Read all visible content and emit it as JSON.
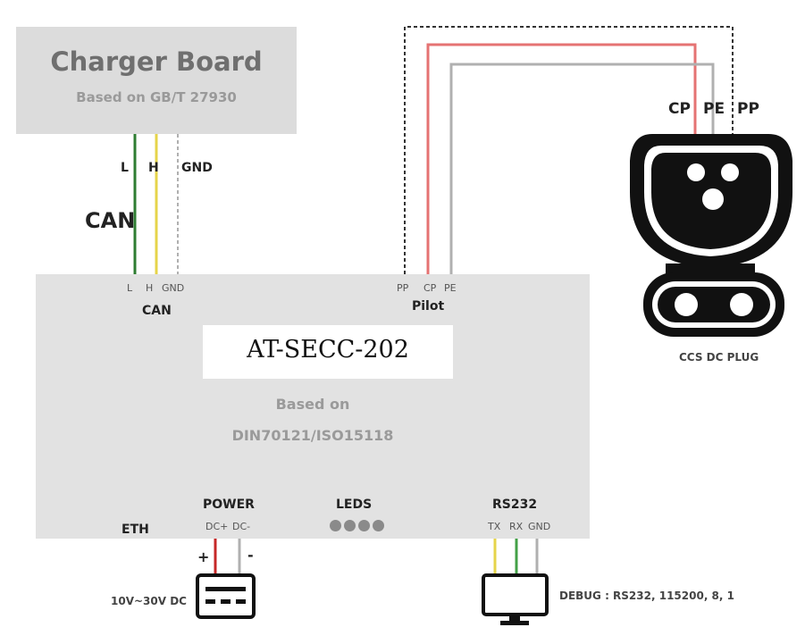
{
  "charger_board": {
    "title": "Charger Board",
    "subtitle": "Based on GB/T 27930"
  },
  "can_bus": {
    "label": "CAN",
    "wire_labels": [
      "L",
      "H",
      "GND"
    ],
    "pin_labels": [
      "L",
      "H",
      "GND"
    ],
    "port_label": "CAN"
  },
  "module": {
    "name": "AT-SECC-202",
    "based_on": "Based on",
    "standard": "DIN70121/ISO15118"
  },
  "pilot": {
    "port_label": "Pilot",
    "pin_labels": [
      "PP",
      "CP",
      "PE"
    ]
  },
  "plug": {
    "pin_labels": [
      "CP",
      "PE",
      "PP"
    ],
    "label": "CCS DC PLUG"
  },
  "ports": {
    "eth": "ETH",
    "power": "POWER",
    "power_pins": [
      "DC+",
      "DC-"
    ],
    "leds": "LEDS",
    "rs232": "RS232",
    "rs232_pins": [
      "TX",
      "RX",
      "GND"
    ]
  },
  "power_supply": {
    "plus": "+",
    "minus": "-",
    "label": "10V~30V DC"
  },
  "debug": {
    "label": "DEBUG : RS232, 115200, 8, 1"
  },
  "colors": {
    "can_l": "#2e7d32",
    "can_h": "#e6d44a",
    "cp": "#e57373",
    "pe": "#b0b0b0",
    "pp": "#333333",
    "dc_plus": "#c62828",
    "tx": "#e6d44a",
    "rx": "#43a047",
    "gnd": "#b0b0b0"
  }
}
